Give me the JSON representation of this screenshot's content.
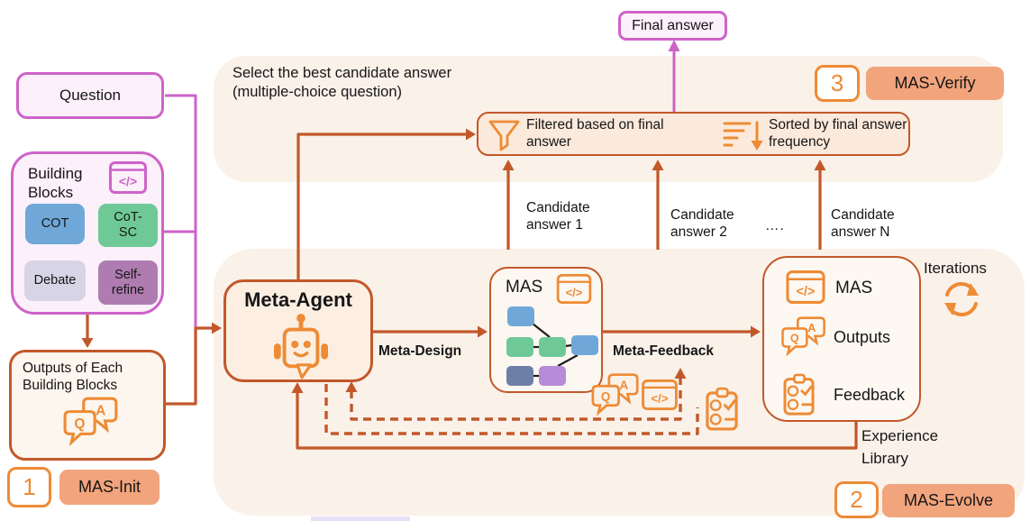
{
  "colors": {
    "magenta": "#CE63C8",
    "magentaFill": "#FCF0FA",
    "orangeDark": "#C2582A",
    "orangeBright": "#EE8B35",
    "salmon": "#F2A47D",
    "band": "#FAF1E9",
    "peachFill": "#FCEFE2",
    "creamFill": "#FDF6EE",
    "filterFill": "#FBE9DB",
    "ink": "#161616"
  },
  "left": {
    "question_label": "Question",
    "building_blocks": {
      "title": "Building Blocks",
      "code_icon": "code-window",
      "chips": [
        {
          "label": "COT",
          "color": "#6FA8D8"
        },
        {
          "label": "CoT-SC",
          "color": "#6FC996"
        },
        {
          "label": "Debate",
          "color": "#D7D4E6"
        },
        {
          "label": "Self-refine",
          "color": "#AF7CB2"
        }
      ]
    },
    "outputs_label": "Outputs of Each Building Blocks",
    "step1": {
      "number": "1",
      "label": "MAS-Init"
    }
  },
  "verify": {
    "instruction_line1": "Select the best candidate answer",
    "instruction_line2": "(multiple-choice question)",
    "step3": {
      "number": "3",
      "label": "MAS-Verify"
    },
    "filter_label": "Filtered based on final answer",
    "sort_label": "Sorted by final answer frequency",
    "final_answer_label": "Final answer",
    "candidates": [
      "Candidate answer 1",
      "Candidate answer 2",
      "….",
      "Candidate answer N"
    ]
  },
  "evolve": {
    "meta_agent_label": "Meta-Agent",
    "meta_design_label": "Meta-Design",
    "meta_feedback_label": "Meta-Feedback",
    "mas_label": "MAS",
    "artifacts": {
      "mas": "MAS",
      "outputs": "Outputs",
      "feedback": "Feedback"
    },
    "iterations_label": "Iterations",
    "experience_label": "Experience Library",
    "step2": {
      "number": "2",
      "label": "MAS-Evolve"
    }
  }
}
